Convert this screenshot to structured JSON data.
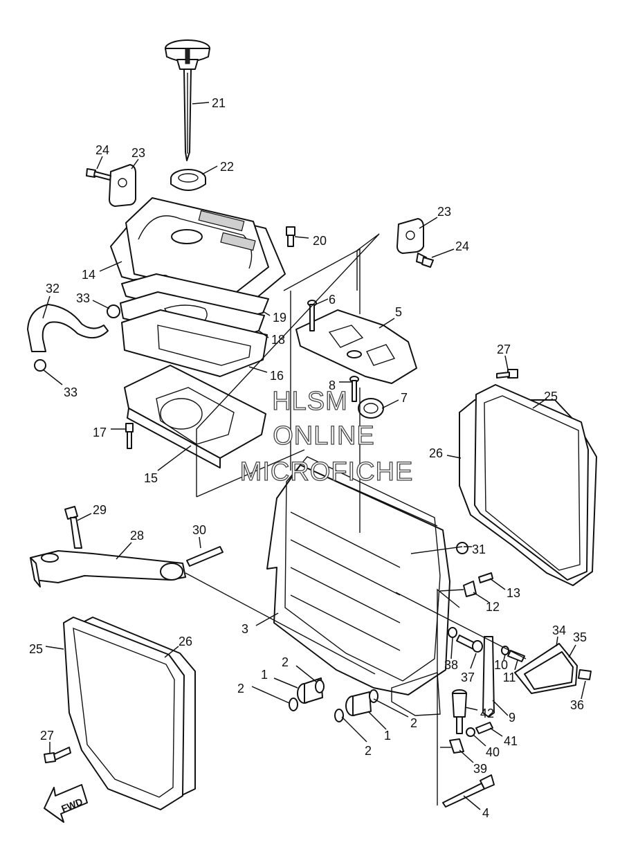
{
  "watermark": {
    "line1": "HLSM",
    "line2": "ONLINE",
    "line3": "MICROFICHE"
  },
  "direction_arrow": "FWD",
  "callouts": [
    "1",
    "1",
    "2",
    "2",
    "2",
    "2",
    "3",
    "4",
    "5",
    "6",
    "7",
    "8",
    "9",
    "10",
    "11",
    "12",
    "13",
    "14",
    "15",
    "16",
    "17",
    "18",
    "19",
    "20",
    "21",
    "22",
    "23",
    "23",
    "24",
    "24",
    "25",
    "25",
    "26",
    "26",
    "27",
    "27",
    "28",
    "29",
    "30",
    "31",
    "32",
    "33",
    "33",
    "34",
    "35",
    "36",
    "37",
    "38",
    "39",
    "40",
    "41",
    "42"
  ]
}
